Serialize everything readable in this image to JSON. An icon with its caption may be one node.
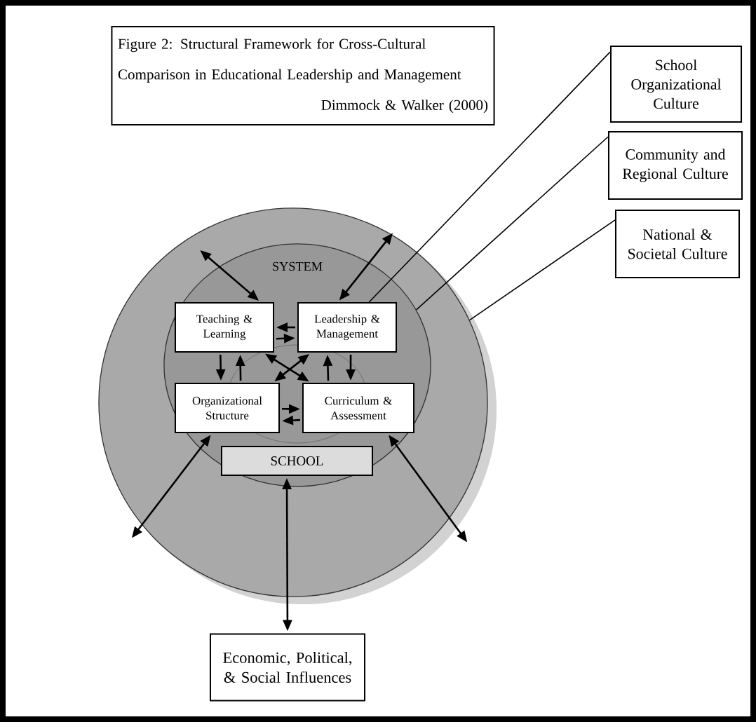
{
  "diagram": {
    "nodes": [
      {
        "text": [
          "Figure 2: Structural Framework for Cross-Cultural Comparison in Educational Leadership and Management",
          "Dimmock & Walker (2000)"
        ]
      },
      {
        "text": [
          "School Organizational Culture"
        ]
      },
      {
        "text": [
          "Community and Regional Culture"
        ]
      },
      {
        "text": [
          "National & Societal Culture"
        ]
      },
      {
        "text": [],
        "shape": "circle"
      },
      {
        "text": [
          "SYSTEM"
        ],
        "in": 4
      },
      {
        "text": [
          "Teaching & Learning"
        ],
        "in": 5
      },
      {
        "text": [
          "Leadership & Management"
        ],
        "in": 5
      },
      {
        "text": [
          "Organizational Structure"
        ],
        "in": 5
      },
      {
        "text": [
          "Curriculum & Assessment"
        ],
        "in": 5
      },
      {
        "text": [
          "SCHOOL"
        ],
        "in": 5
      },
      {
        "text": [
          "Economic, Political, & Social Influences"
        ]
      }
    ],
    "edges": [
      {
        "from": 1,
        "to": 7,
        "arrow": "none"
      },
      {
        "from": 2,
        "to": 5,
        "arrow": "none"
      },
      {
        "from": 3,
        "to": 4,
        "arrow": "none"
      },
      {
        "from": null,
        "to": 6,
        "arrow": "both"
      },
      {
        "from": null,
        "to": 7,
        "arrow": "both"
      },
      {
        "from": null,
        "to": 8,
        "arrow": "both"
      },
      {
        "from": null,
        "to": 9,
        "arrow": "both"
      },
      {
        "from": 7,
        "to": 6,
        "arrow": "to"
      },
      {
        "from": 6,
        "to": 7,
        "arrow": "to"
      },
      {
        "from": 6,
        "to": 8,
        "arrow": "to"
      },
      {
        "from": 8,
        "to": 6,
        "arrow": "to"
      },
      {
        "from": 7,
        "to": 9,
        "arrow": "to"
      },
      {
        "from": 9,
        "to": 7,
        "arrow": "to"
      },
      {
        "from": 8,
        "to": 9,
        "arrow": "to"
      },
      {
        "from": 9,
        "to": 8,
        "arrow": "to"
      },
      {
        "from": 6,
        "to": 9,
        "arrow": "both"
      },
      {
        "from": 8,
        "to": 7,
        "arrow": "both"
      },
      {
        "from": 11,
        "to": 10,
        "arrow": "both"
      }
    ]
  }
}
